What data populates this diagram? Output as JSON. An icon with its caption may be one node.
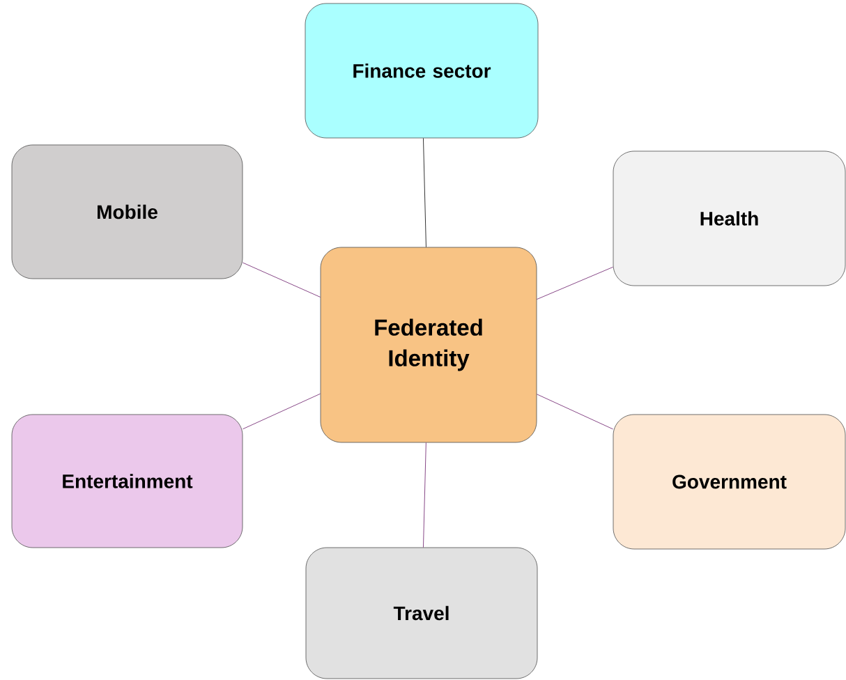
{
  "diagram": {
    "nodes": [
      {
        "text": [
          "Finance sector"
        ]
      },
      {
        "text": [
          "Mobile"
        ]
      },
      {
        "text": [
          "Health"
        ]
      },
      {
        "text": [
          "Federated Identity"
        ]
      },
      {
        "text": [
          "Entertainment"
        ]
      },
      {
        "text": [
          "Government"
        ]
      },
      {
        "text": [
          "Travel"
        ]
      }
    ],
    "edges": [
      {
        "from": 3,
        "to": 0,
        "arrow": "none",
        "color": "#000000"
      },
      {
        "from": 3,
        "to": 1,
        "arrow": "none"
      },
      {
        "from": 3,
        "to": 2,
        "arrow": "none"
      },
      {
        "from": 3,
        "to": 4,
        "arrow": "none"
      },
      {
        "from": 3,
        "to": 5,
        "arrow": "none"
      },
      {
        "from": 3,
        "to": 6,
        "arrow": "none"
      }
    ]
  }
}
